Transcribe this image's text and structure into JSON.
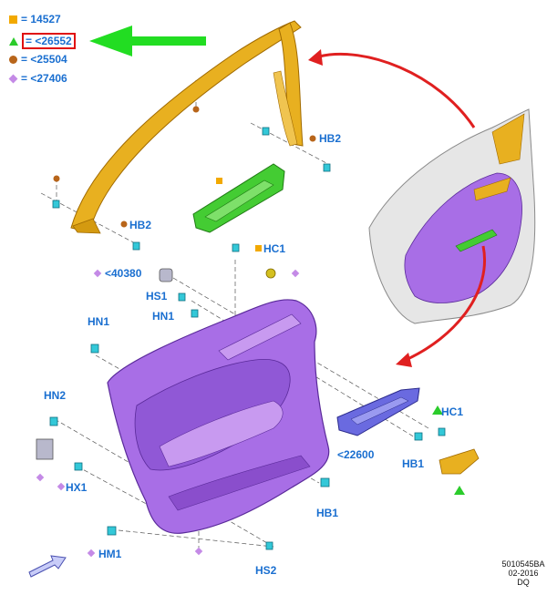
{
  "legend": [
    {
      "symbol": "square",
      "color": "#f2a900",
      "text": "= 14527"
    },
    {
      "symbol": "triangle",
      "color": "#2bcc2b",
      "text": "= <26552",
      "highlighted": true
    },
    {
      "symbol": "circle",
      "color": "#b8651a",
      "text": "= <25504"
    },
    {
      "symbol": "diamond",
      "color": "#c48ae6",
      "text": "= <27406"
    }
  ],
  "callouts": {
    "hb2_top": "HB2",
    "hb2_left": "HB2",
    "hc1_top": "HC1",
    "part_40380": "<40380",
    "hs1": "HS1",
    "hn1_a": "HN1",
    "hn1_b": "HN1",
    "hn2": "HN2",
    "hx1": "HX1",
    "hm1": "HM1",
    "hs2": "HS2",
    "hb1_mid": "HB1",
    "hb1_right": "HB1",
    "hc1_right": "HC1",
    "part_22600": "<22600"
  },
  "reference": {
    "code": "5010545BA",
    "date": "02-2016",
    "initials": "DQ"
  },
  "colors": {
    "label_blue": "#1a6fd0",
    "trim_purple": "#a86ee6",
    "trim_gold": "#e8b020",
    "handle_green": "#44cc33",
    "switch_blue": "#6a6ae0",
    "arrow_red": "#e02020",
    "arrow_green": "#22dd22",
    "clip_cyan": "#33c8d8"
  }
}
